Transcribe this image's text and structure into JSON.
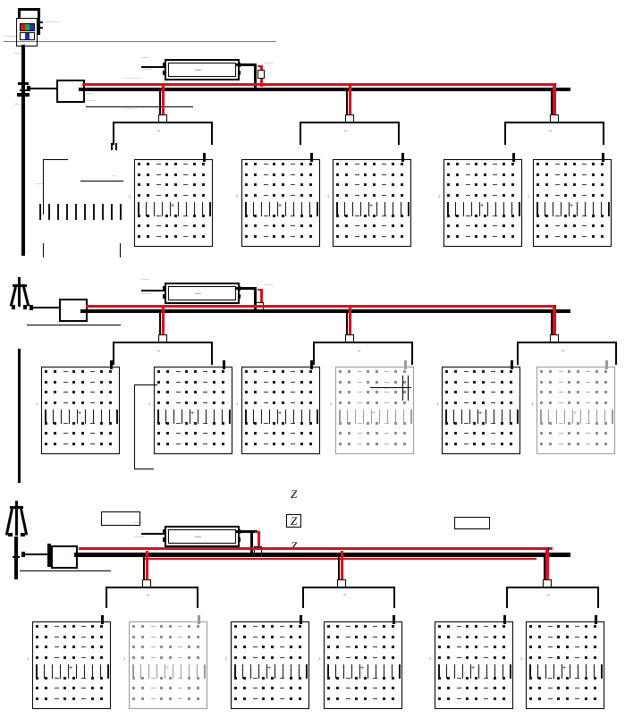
{
  "document": {
    "type": "wiring-installation-diagram",
    "title": "",
    "sheet_width": 699,
    "sheet_height": 803,
    "background": "#ffffff"
  },
  "colors": {
    "wire_positive": "#e8071a",
    "wire_negative": "#000000",
    "panel_outline": "#000000",
    "panel_outline_faded": "#9a9a9a",
    "callout_text": "#0a52a8",
    "annotation_text": "#111111"
  },
  "legend": {
    "z_marks": [
      "Z",
      "Z",
      "Z"
    ],
    "z_boxed_index": 1
  },
  "sections": [
    {
      "id": "section-1",
      "label": "",
      "mast": {
        "type": "pole-with-controller",
        "controller_leds": [
          "#d01818",
          "#1faa2a",
          "#1435c8",
          "#1435c8"
        ]
      },
      "driver": {
        "label": ""
      },
      "junction_box": {
        "label": ""
      },
      "bus": {
        "positive": "#e8071a",
        "negative": "#000000"
      },
      "drops": 3,
      "panels": [
        {
          "id": "s1-p1",
          "state": "solid",
          "label": ""
        },
        {
          "id": "s1-p2",
          "state": "solid",
          "label": ""
        },
        {
          "id": "s1-p3",
          "state": "solid",
          "label": ""
        },
        {
          "id": "s1-p4",
          "state": "solid",
          "label": ""
        },
        {
          "id": "s1-p5",
          "state": "solid",
          "label": ""
        }
      ],
      "callouts": []
    },
    {
      "id": "section-2",
      "label": "",
      "mast": {
        "type": "tripod-pole",
        "controller_leds": []
      },
      "driver": {
        "label": ""
      },
      "junction_box": {
        "label": ""
      },
      "bus": {
        "positive": "#e8071a",
        "negative": "#000000"
      },
      "drops": 3,
      "panels": [
        {
          "id": "s2-p1",
          "state": "solid",
          "label": ""
        },
        {
          "id": "s2-p2",
          "state": "solid",
          "label": ""
        },
        {
          "id": "s2-p3",
          "state": "solid",
          "label": ""
        },
        {
          "id": "s2-p4",
          "state": "faded",
          "label": ""
        },
        {
          "id": "s2-p5",
          "state": "solid",
          "label": ""
        },
        {
          "id": "s2-p6",
          "state": "faded",
          "label": ""
        }
      ],
      "callouts": []
    },
    {
      "id": "section-3",
      "label": "",
      "mast": {
        "type": "tripod-pole",
        "controller_leds": []
      },
      "driver": {
        "label": ""
      },
      "junction_box": {
        "label": ""
      },
      "bus": {
        "positive": "#e8071a",
        "negative": "#000000"
      },
      "drops": 3,
      "panels": [
        {
          "id": "s3-p1",
          "state": "solid",
          "label": ""
        },
        {
          "id": "s3-p2",
          "state": "faded",
          "label": ""
        },
        {
          "id": "s3-p3",
          "state": "solid",
          "label": ""
        },
        {
          "id": "s3-p4",
          "state": "solid",
          "label": ""
        },
        {
          "id": "s3-p5",
          "state": "solid",
          "label": ""
        },
        {
          "id": "s3-p6",
          "state": "solid",
          "label": ""
        }
      ],
      "callouts": [
        {
          "id": "s3-callout-left",
          "label": ""
        },
        {
          "id": "s3-callout-right",
          "label": ""
        }
      ]
    }
  ],
  "annotations": {
    "micro_note": "• ••• •• ••••• •• •••",
    "micro_note_b": "••• •••• ••",
    "micro_note_c": "•• ••••• ••••",
    "driver_label": "•••••••",
    "bracket_label": "•••",
    "panel_edge_label": "••••"
  }
}
